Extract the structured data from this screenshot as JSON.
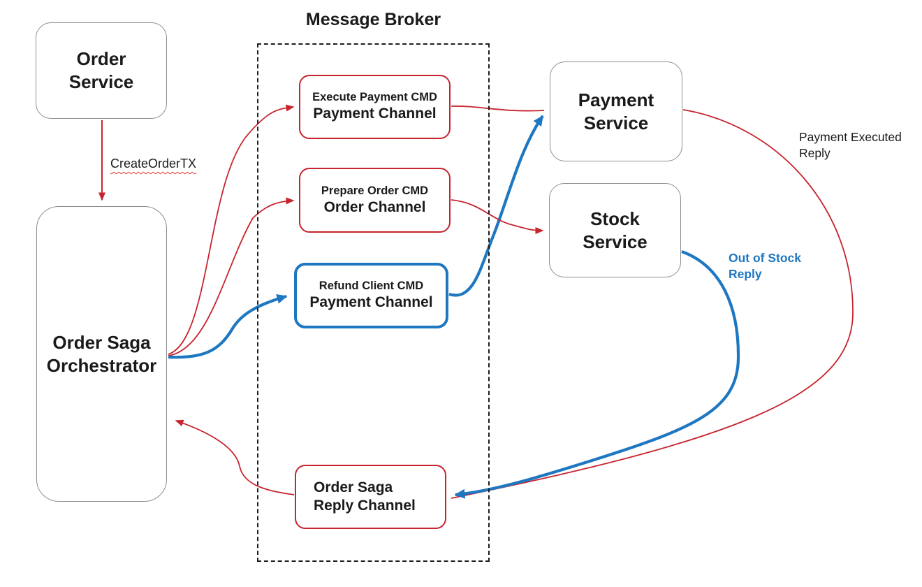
{
  "colors": {
    "red": "#C7242E",
    "blue": "#1E77C1",
    "box_border_gray": "#8E8E8E",
    "text": "#1A1A1A"
  },
  "broker": {
    "title": "Message Broker"
  },
  "nodes": {
    "order_service": {
      "line1": "Order",
      "line2": "Service"
    },
    "orchestrator": {
      "line1": "Order Saga",
      "line2": "Orchestrator"
    },
    "payment_service": {
      "line1": "Payment",
      "line2": "Service"
    },
    "stock_service": {
      "line1": "Stock",
      "line2": "Service"
    },
    "execute_payment_channel": {
      "line1": "Execute Payment CMD",
      "line2": "Payment Channel"
    },
    "prepare_order_channel": {
      "line1": "Prepare Order CMD",
      "line2": "Order Channel"
    },
    "refund_client_channel": {
      "line1": "Refund Client CMD",
      "line2": "Payment Channel"
    },
    "order_saga_reply_channel": {
      "line1": "Order Saga",
      "line2": "Reply Channel"
    }
  },
  "edge_labels": {
    "create_order_tx": "CreateOrderTX",
    "payment_executed_reply": {
      "line1": "Payment Executed",
      "line2": "Reply"
    },
    "out_of_stock_reply": {
      "line1": "Out of Stock",
      "line2": "Reply"
    }
  }
}
